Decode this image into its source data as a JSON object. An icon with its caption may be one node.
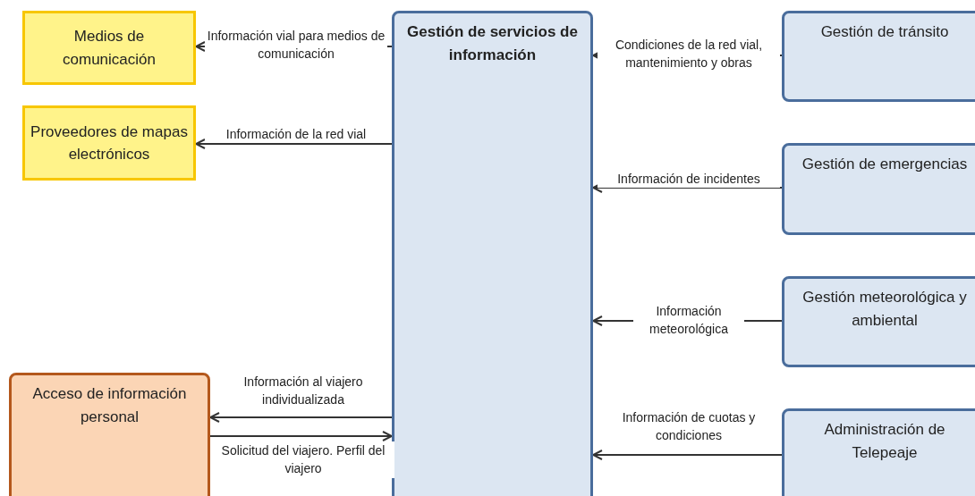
{
  "diagram": {
    "nodes": [
      {
        "text": [
          "Medios de comunicación"
        ]
      },
      {
        "text": [
          "Proveedores de mapas electrónicos"
        ]
      },
      {
        "text": [
          "Gestión de servicios de información"
        ]
      },
      {
        "text": [
          "Gestión de tránsito"
        ]
      },
      {
        "text": [
          "Gestión de emergencias"
        ]
      },
      {
        "text": [
          "Gestión meteorológica y ambiental"
        ]
      },
      {
        "text": [
          "Administración de Telepeaje"
        ]
      },
      {
        "text": [
          "Acceso de información personal"
        ]
      }
    ],
    "edges": [
      {
        "from": 2,
        "to": 0,
        "arrow": "to",
        "label": "Información vial para medios de comunicación"
      },
      {
        "from": 2,
        "to": 1,
        "arrow": "to",
        "label": "Información de la red vial"
      },
      {
        "from": 3,
        "to": 2,
        "arrow": "to",
        "label": "Condiciones de la red vial, mantenimiento y obras"
      },
      {
        "from": 4,
        "to": 2,
        "arrow": "to",
        "label": "Información de incidentes"
      },
      {
        "from": 5,
        "to": 2,
        "arrow": "to",
        "label": "Información meteorológica"
      },
      {
        "from": 6,
        "to": 2,
        "arrow": "to",
        "label": "Información de cuotas y condiciones"
      },
      {
        "from": 2,
        "to": 7,
        "arrow": "to",
        "label": "Información al viajero individualizada"
      },
      {
        "from": 7,
        "to": 2,
        "arrow": "to",
        "label": "Solicitud del viajero. Perfil del viajero"
      }
    ]
  }
}
